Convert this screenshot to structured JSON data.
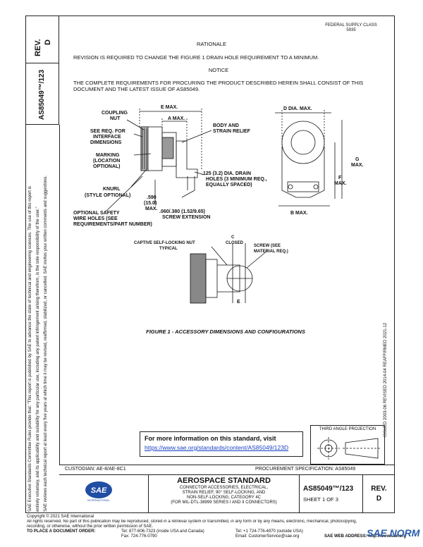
{
  "header": {
    "rev_label": "REV.",
    "rev_value": "D",
    "doc_number_vertical": "AS85049™/123",
    "org_line1": "FEDERAL SUPPLY CLASS",
    "org_line2": "5935"
  },
  "body": {
    "rationale_heading": "RATIONALE",
    "rationale_text": "REVISION IS REQUIRED TO CHANGE THE FIGURE 1 DRAIN HOLE REQUIREMENT TO A MINIMUM.",
    "notice_heading": "NOTICE",
    "notice_text_1": "THE COMPLETE REQUIREMENTS FOR PROCURING THE PRODUCT DESCRIBED HEREIN SHALL CONSIST OF THIS",
    "notice_text_2": "DOCUMENT AND THE LATEST ISSUE OF AS85049."
  },
  "figure": {
    "callouts": {
      "coupling_nut": [
        "COUPLING",
        "NUT"
      ],
      "see_req": [
        "SEE REQ. FOR",
        "INTERFACE",
        "DIMENSIONS"
      ],
      "marking": [
        "MARKING",
        "(LOCATION",
        "OPTIONAL)"
      ],
      "knurl": [
        "KNURL",
        "(STYLE OPTIONAL)"
      ],
      "safety_holes": [
        "OPTIONAL SAFETY",
        "WIRE HOLES (SEE",
        "REQUIREMENTS/PART NUMBER)"
      ],
      "e_max": "E MAX.",
      "a_max": "A MAX.",
      "body_strain": [
        "BODY AND",
        "STRAIN RELIEF"
      ],
      "drain": [
        ".125 (3.2) DIA. DRAIN",
        "HOLES (3 MINIMUM REQ.,",
        "EQUALLY SPACED)"
      ],
      "dim_590": [
        ".590",
        "(15.0)",
        "MAX."
      ],
      "screw_ext": [
        ".060/.380 (1.52/9.65)",
        "SCREW EXTENSION"
      ],
      "d_dia": "D DIA. MAX.",
      "g_max": [
        "G",
        "MAX."
      ],
      "f_max": [
        "F",
        "MAX."
      ],
      "b_max": "B MAX.",
      "captive": [
        "CAPTIVE SELF-LOCKING NUT",
        "TYPICAL"
      ],
      "c_closed": [
        "C",
        "CLOSED"
      ],
      "screw_see": [
        "SCREW (SEE",
        "MATERIAL REQ.)"
      ],
      "e_letter": "E"
    },
    "caption": "FIGURE 1 - ACCESSORY DIMENSIONS AND CONFIGURATIONS"
  },
  "right_vertical": "ISSUED 2003-06    REVISED 2014-04    REAFFIRMED 2021-12",
  "left_vertical": {
    "line1": "SAE Executive Standards Committee Rules provide that: \"This report is published by SAE to advance the state of technical and engineering sciences. The use of this report is",
    "line2": "entirely voluntary, and its applicability and suitability for any particular use, including any patent infringement arising therefrom, is the sole responsibility of the user.\"",
    "line3": "SAE reviews each technical report at least every five years at which time it may be revised, reaffirmed, stabilized, or cancelled. SAE invites your written comments and suggestions."
  },
  "more_info": {
    "line1": "For more information on this standard, visit",
    "link": "https://www.sae.org/standards/content/AS85049/123D"
  },
  "projection": {
    "label": "THIRD ANGLE PROJECTION"
  },
  "footer": {
    "custodian": "CUSTODIAN: AE-8/AE-8C1",
    "procurement": "PROCUREMENT SPECIFICATION: AS85049",
    "logo_text": "SAE",
    "logo_sub": "INTERNATIONAL",
    "title_main": "AEROSPACE STANDARD",
    "title_lines": [
      "CONNECTOR ACCESSORIES, ELECTRICAL,",
      "STRAIN RELIEF, 90° SELF-LOCKING, AND",
      "NON-SELF-LOCKING, CATEGORY 4C",
      "(FOR MIL-DTL-38999 SERIES I AND II CONNECTORS)"
    ],
    "doc_number": "AS85049™/123",
    "sheet": "SHEET 1 OF 3",
    "rev_label": "REV.",
    "rev_value": "D",
    "copyright": "Copyright © 2021 SAE International",
    "rights": "All rights reserved. No part of this publication may be reproduced, stored in a retrieval system or transmitted, in any form or by any means, electronic, mechanical, photocopying,",
    "rights2": "recording, or otherwise, without the prior written permission of SAE.",
    "order_label": "TO PLACE A DOCUMENT ORDER:",
    "tel1": "Tel:   877-606-7323 (inside USA and Canada)",
    "tel2": "Tel:   +1 724-776-4970 (outside USA)",
    "fax": "Fax:   724-776-0790",
    "email": "Email:  CustomerService@sae.org",
    "web": "SAE WEB ADDRESS:  http://www.sae.org",
    "watermark": "SAE NORM"
  }
}
